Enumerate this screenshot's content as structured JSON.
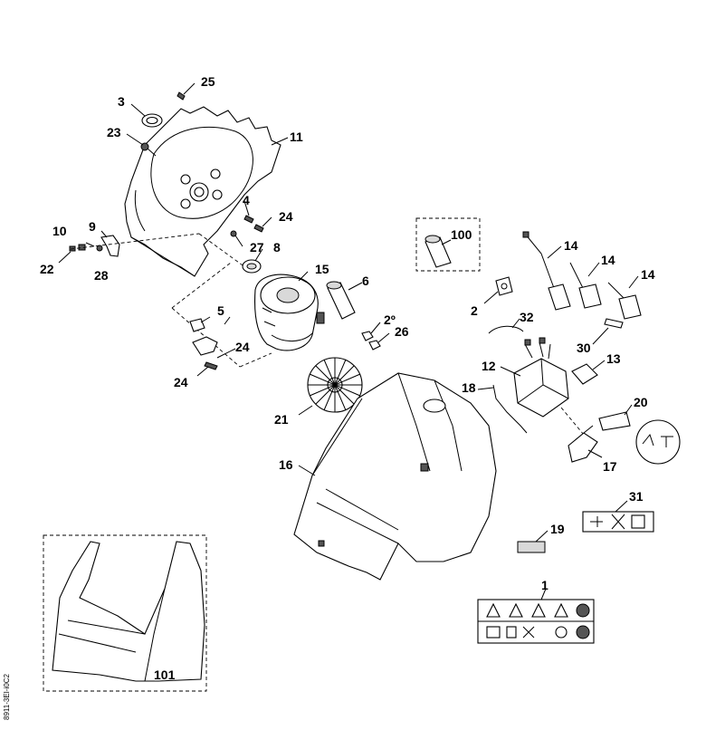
{
  "labels": {
    "l1": "1",
    "l2": "2",
    "l3": "3",
    "l4": "4",
    "l5": "5",
    "l6": "6",
    "l8": "8",
    "l9": "9",
    "l10": "10",
    "l11": "11",
    "l12": "12",
    "l13": "13",
    "l14a": "14",
    "l14b": "14",
    "l14c": "14",
    "l15": "15",
    "l16": "16",
    "l17": "17",
    "l18": "18",
    "l19": "19",
    "l20": "20",
    "l21": "21",
    "l22": "22",
    "l23": "23",
    "l24a": "24",
    "l24b": "24",
    "l24c": "24",
    "l25": "25",
    "l26": "26",
    "l27": "27",
    "l28": "28",
    "l29": "2º",
    "l30": "30",
    "l31": "31",
    "l32": "32",
    "l100": "100",
    "l101": "101"
  },
  "side_code": "8911-3EI-i0C2"
}
